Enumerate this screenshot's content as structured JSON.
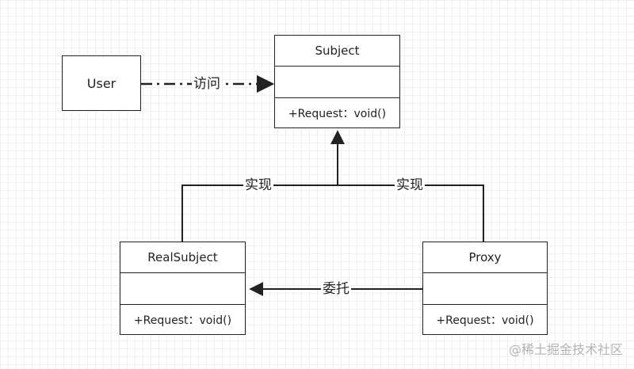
{
  "actor": {
    "label": "User"
  },
  "classes": {
    "subject": {
      "name": "Subject",
      "operation": "+Request：void()"
    },
    "real_subject": {
      "name": "RealSubject",
      "operation": "+Request：void()"
    },
    "proxy": {
      "name": "Proxy",
      "operation": "+Request：void()"
    }
  },
  "edges": {
    "access": {
      "label": "访问"
    },
    "implements_left": {
      "label": "实现"
    },
    "implements_right": {
      "label": "实现"
    },
    "delegate": {
      "label": "委托"
    }
  },
  "watermark": "@稀土掘金技术社区",
  "colors": {
    "line": "#222222",
    "grid": "#efefef",
    "watermark": "#b3b3b3"
  }
}
